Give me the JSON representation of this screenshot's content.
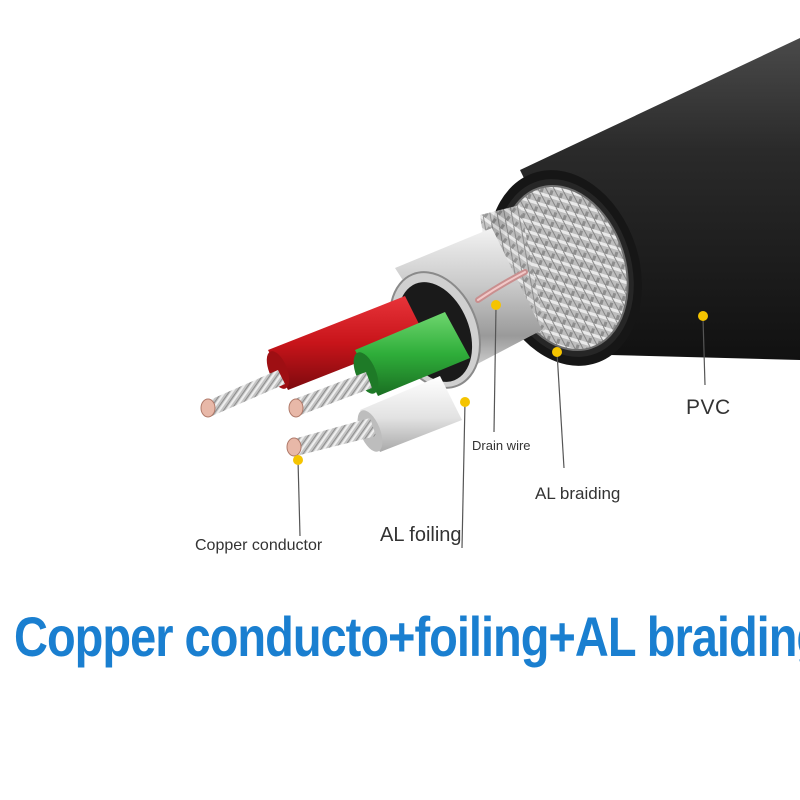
{
  "labels": {
    "pvc": "PVC",
    "drain_wire": "Drain wire",
    "al_braiding": "AL braiding",
    "al_foiling": "AL foiling",
    "copper_conductor": "Copper conductor"
  },
  "headline": "Copper conducto+foiling+AL braiding",
  "colors": {
    "headline": "#1a7fd0",
    "marker_dot": "#f5c400",
    "jacket": "#1c1c1c",
    "red_wire": "#c8141a",
    "green_wire": "#2fae3a",
    "white_wire": "#e6e6e6",
    "copper": "#d9a08a"
  }
}
